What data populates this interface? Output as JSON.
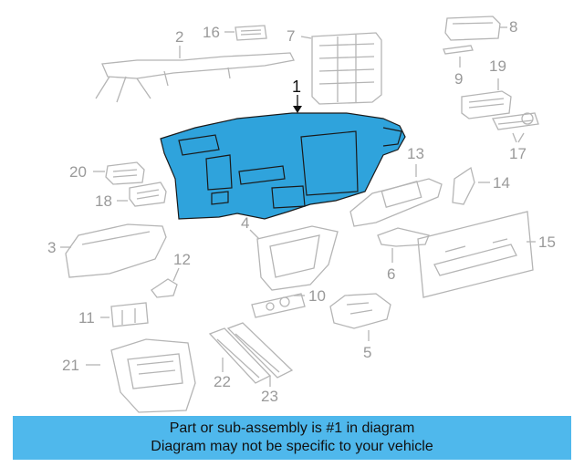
{
  "diagram": {
    "highlight_color": "#2fa3dc",
    "part_color": "#b5b5b5",
    "label_color": "#9a9a9a",
    "callouts": {
      "c1": "1",
      "c2": "2",
      "c3": "3",
      "c4": "4",
      "c5": "5",
      "c6": "6",
      "c7": "7",
      "c8": "8",
      "c9": "9",
      "c10": "10",
      "c11": "11",
      "c12": "12",
      "c13": "13",
      "c14": "14",
      "c15": "15",
      "c16": "16",
      "c17": "17",
      "c18": "18",
      "c19": "19",
      "c20": "20",
      "c21": "21",
      "c22": "22",
      "c23": "23"
    }
  },
  "banner": {
    "line1": "Part or sub-assembly is #1 in diagram",
    "line2": "Diagram may not be specific to your vehicle",
    "color": "#4fb8ec"
  }
}
